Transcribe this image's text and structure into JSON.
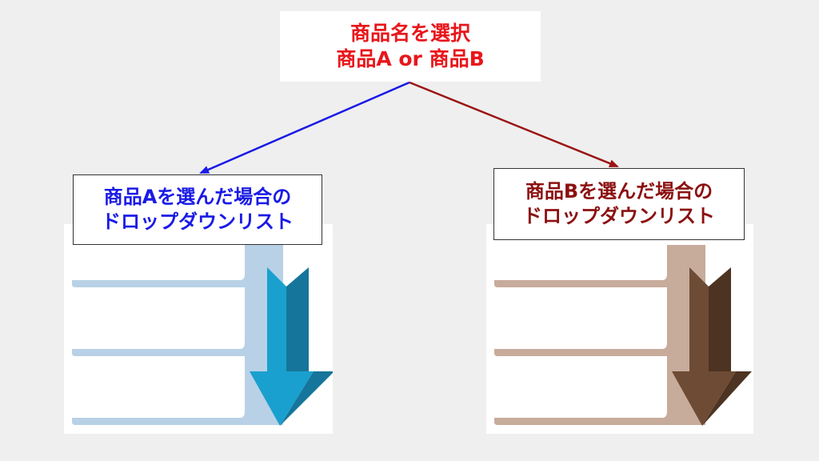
{
  "top_box": {
    "line1": "商品名を選択",
    "line2": "商品A or 商品B",
    "color": "#e8161b"
  },
  "branch_a": {
    "line1": "商品Aを選んだ場合の",
    "line2": "ドロップダウンリスト",
    "text_color": "#1a1ae6",
    "arrow_color": "#1a1ae6",
    "bar_color": "#b8d1e6",
    "down_arrow_color": "#1aa0cf",
    "down_arrow_shade": "#16759a"
  },
  "branch_b": {
    "line1": "商品Bを選んだ場合の",
    "line2": "ドロップダウンリスト",
    "text_color": "#8b1010",
    "arrow_color": "#9b1414",
    "bar_color": "#c7ab9b",
    "down_arrow_color": "#6e4b34",
    "down_arrow_shade": "#4d3322"
  }
}
